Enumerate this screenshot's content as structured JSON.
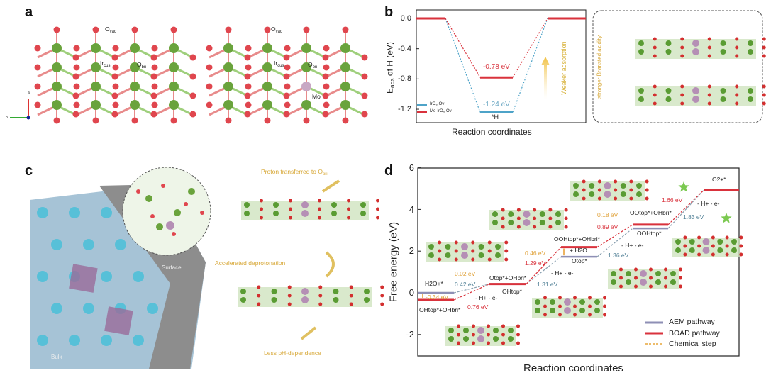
{
  "panels": {
    "a": "a",
    "b": "b",
    "c": "c",
    "d": "d"
  },
  "panel_a": {
    "left": {
      "o_vac": "O",
      "o_vac_sub": "vac",
      "ir_cus": "Ir",
      "ir_cus_sub": "cus",
      "o_bri": "O",
      "o_bri_sub": "bri"
    },
    "right": {
      "o_vac": "O",
      "o_vac_sub": "vac",
      "ir_cus": "Ir",
      "ir_cus_sub": "cus",
      "o_bri": "O",
      "o_bri_sub": "bri",
      "mo": "Mo"
    },
    "axes": {
      "a": "a",
      "b": "b"
    }
  },
  "panel_b_inset": {
    "label": "stronger Brønsted acidity"
  },
  "panel_c": {
    "surface": "Surface",
    "bulk": "Bulk",
    "proton": "Proton transferred to O",
    "proton_sub": "bri",
    "accelerated": "Accelerated deprotonation",
    "less_ph": "Less pH-dependence"
  },
  "chart_data": [
    {
      "type": "line",
      "title": "",
      "ylabel": "E",
      "ylabel_sub": "ads",
      "ylabel_rest": " of H (eV)",
      "xlabel": "Reaction coordinates",
      "ylim": [
        -1.4,
        0.1
      ],
      "yticks": [
        "0.0",
        "-0.4",
        "-0.8",
        "-1.2"
      ],
      "ytick_values": [
        0.0,
        -0.4,
        -0.8,
        -1.2
      ],
      "series": [
        {
          "name": "IrO2-Ov",
          "name_html": [
            "IrO",
            "2",
            "-Ov"
          ],
          "color": "#4ea3c8",
          "values": [
            0.0,
            -1.24,
            0.0
          ]
        },
        {
          "name": "Mo-IrO2-Ov",
          "name_html": [
            "Mo-IrO",
            "2",
            "-Ov"
          ],
          "color": "#d9323c",
          "values": [
            0.0,
            -0.78,
            0.0
          ]
        }
      ],
      "annotations": {
        "mo": "-0.78 eV",
        "ir": "-1.24 eV",
        "state": "*H",
        "arrow": "Weaker adsorption"
      },
      "legend": "bottom-left"
    },
    {
      "type": "line",
      "ylabel": "Free energy (eV)",
      "xlabel": "Reaction coordinates",
      "ylim": [
        -3,
        6
      ],
      "yticks": [
        "6",
        "4",
        "2",
        "0",
        "-2"
      ],
      "ytick_values": [
        6,
        4,
        2,
        0,
        -2
      ],
      "series": [
        {
          "name": "AEM pathway",
          "color": "#8e8fb5",
          "values": [
            0,
            0.42,
            1.73,
            3.09,
            4.92
          ]
        },
        {
          "name": "BOAD pathway",
          "color": "#d9323c",
          "values": [
            -0.34,
            0.42,
            2.19,
            3.27,
            4.92
          ]
        }
      ],
      "chemical_step_label": "Chemical step",
      "step_energies": {
        "boad": [
          "0.76 eV",
          "1.29 eV",
          "0.89 eV",
          "1.66 eV"
        ],
        "aem": [
          "0.42 eV",
          "1.31 eV",
          "1.36 eV",
          "1.83 eV"
        ],
        "chemical": [
          "-0.34 eV",
          "0.02 eV",
          "0.46 eV",
          "0.18 eV"
        ]
      },
      "states": {
        "s0a": "H2O+*",
        "s0b": "OHtop*+OHbri*",
        "s1a": "Otop*+OHbri*",
        "s1b": "OHtop*",
        "s2a": "OOHtop*+OHbri*",
        "s2b": "+ H2O",
        "s2c": "Otop*",
        "s3a": "OOtop*+OHbri*",
        "s3b": "OOHtop*",
        "s4": "O2+*"
      },
      "step": "- H+ - e-",
      "legend": "bottom-right"
    }
  ]
}
